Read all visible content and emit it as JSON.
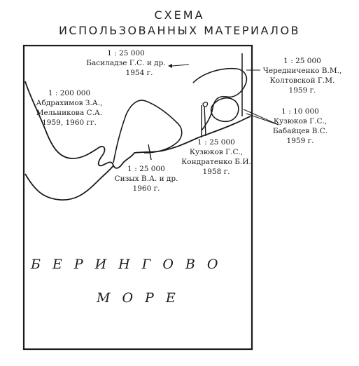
{
  "title": {
    "line1": "СХЕМА",
    "line2": "ИСПОЛЬЗОВАННЫХ МАТЕРИАЛОВ"
  },
  "sources": [
    {
      "scale": "1 : 25 000",
      "authors": "Басиладзе Г.С. и др.",
      "years": "1954 г."
    },
    {
      "scale": "1 : 200 000",
      "authors": "Абдрахимов З.А.,",
      "authors2": "Мельникова С.А.",
      "years": "1959, 1960 гг."
    },
    {
      "scale": "1 : 25 000",
      "authors": "Чередниченко В.М.,",
      "authors2": "Колтовской Г.М.",
      "years": "1959 г."
    },
    {
      "scale": "1 : 10 000",
      "authors": "Кузюков Г.С.,",
      "authors2": "Бабайцев В.С.",
      "years": "1959 г."
    },
    {
      "scale": "1 : 25 000",
      "authors": "Кузюков Г.С.,",
      "authors2": "Кондратенко Б.И.",
      "years": "1958 г."
    },
    {
      "scale": "1 : 25 000",
      "authors": "Сизых В.А. и др.",
      "years": "1960 г."
    }
  ],
  "sea": {
    "line1": "БЕРИНГОВО",
    "line2": "МОРЕ"
  },
  "colors": {
    "ink": "#1a1a1a",
    "paper": "#ffffff"
  }
}
